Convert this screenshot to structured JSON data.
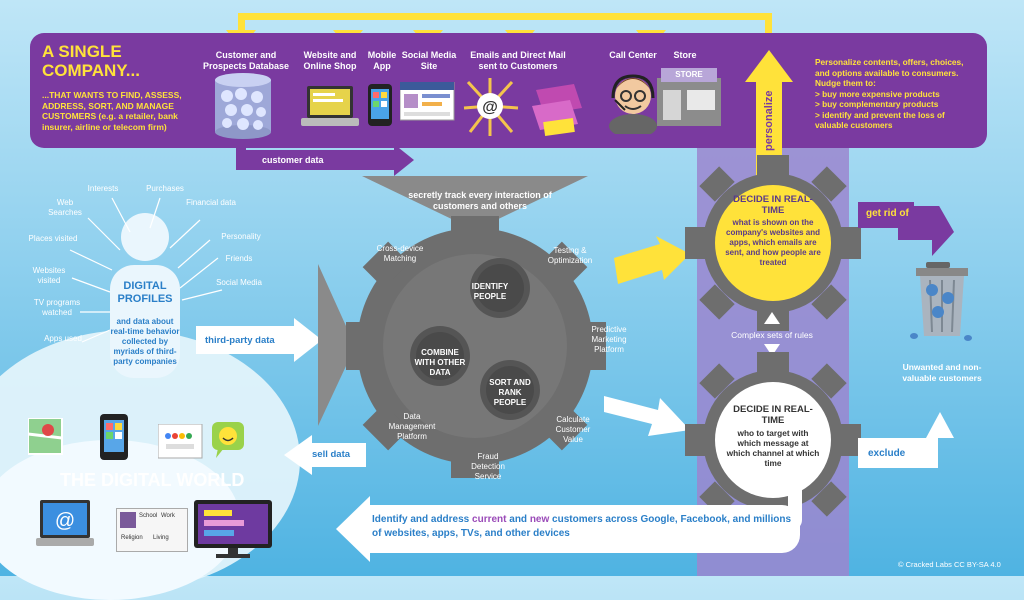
{
  "banner": {
    "title_line1": "A SINGLE",
    "title_line2": "COMPANY...",
    "subtitle": "...THAT WANTS TO FIND, ASSESS, ADDRESS, SORT, AND MANAGE CUSTOMERS (e.g. a retailer, bank insurer, airline or telecom firm)",
    "sources": {
      "database": "Customer and Prospects Database",
      "website": "Website and Online Shop",
      "mobile": "Mobile App",
      "social": "Social Media Site",
      "emails": "Emails and Direct Mail sent to Customers",
      "callcenter": "Call Center",
      "store": "Store"
    },
    "personalize_text": "Personalize contents, offers, choices, and options available to consumers. Nudge them to:",
    "personalize_items": [
      "> buy more expensive products",
      "> buy complementary products",
      "> identify and prevent the loss of valuable customers"
    ],
    "store_sign": "STORE"
  },
  "flows": {
    "customer_data": "customer data",
    "third_party_data": "third-party data",
    "sell_data": "sell data",
    "personalize": "personalize",
    "get_rid_of": "get rid of",
    "exclude": "exclude"
  },
  "profiles": {
    "title": "DIGITAL PROFILES",
    "description": "and data about real-time behavior collected by myriads of third-party companies",
    "categories": [
      "Interests",
      "Purchases",
      "Web Searches",
      "Financial data",
      "Places visited",
      "Personality",
      "Websites visited",
      "Friends",
      "Social Media",
      "TV programs watched",
      "Apps used"
    ]
  },
  "machine": {
    "funnel_text": "secretly track every interaction of customers and others",
    "labels": [
      "Cross-device Matching",
      "Testing & Optimization",
      "Predictive Marketing Platform",
      "Calculate Customer Value",
      "Fraud Detection Service",
      "Data Management Platform"
    ],
    "gears": [
      "IDENTIFY PEOPLE",
      "COMBINE WITH OTHER DATA",
      "SORT AND RANK PEOPLE"
    ]
  },
  "decide_top": {
    "title": "DECIDE IN REAL-TIME",
    "text": "what is shown on the company's websites and apps, which emails are sent, and how people are treated"
  },
  "decide_bottom": {
    "title": "DECIDE IN REAL-TIME",
    "text": "who to target with which message at which channel at which time"
  },
  "rules": "Complex sets of rules",
  "trash_label": "Unwanted and non-valuable customers",
  "digital_world": "THE DIGITAL WORLD",
  "bottom_message": {
    "part1": "Identify and address ",
    "current": "current",
    "and": " and ",
    "new": "new",
    "part2": " customers across Google, Facebook, and millions of websites, apps, TVs, and other devices"
  },
  "device_labels": {
    "card_school": "School",
    "card_work": "Work",
    "card_religion": "Religion",
    "card_living": "Living"
  },
  "credit": "© Cracked Labs CC BY-SA 4.0",
  "colors": {
    "purple": "#7a3aa0",
    "yellow": "#ffe23a",
    "gear": "#6e6e6e",
    "blue": "#2a7fc8"
  }
}
